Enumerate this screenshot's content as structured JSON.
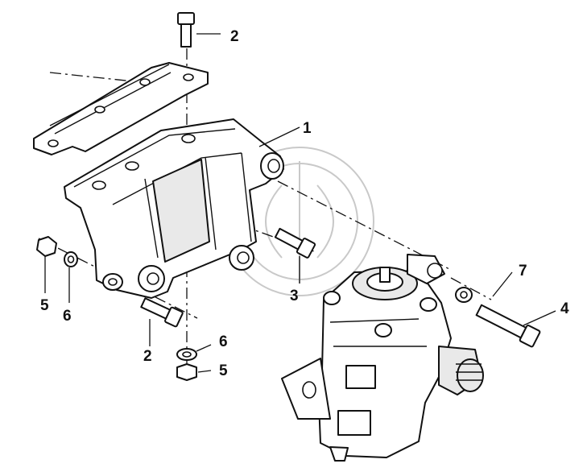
{
  "diagram": {
    "type": "exploded-parts-view",
    "callouts": [
      {
        "id": "c1",
        "label": "1"
      },
      {
        "id": "c2a",
        "label": "2"
      },
      {
        "id": "c2b",
        "label": "2"
      },
      {
        "id": "c3",
        "label": "3"
      },
      {
        "id": "c4",
        "label": "4"
      },
      {
        "id": "c5a",
        "label": "5"
      },
      {
        "id": "c5b",
        "label": "5"
      },
      {
        "id": "c6a",
        "label": "6"
      },
      {
        "id": "c6b",
        "label": "6"
      },
      {
        "id": "c7",
        "label": "7"
      }
    ]
  }
}
